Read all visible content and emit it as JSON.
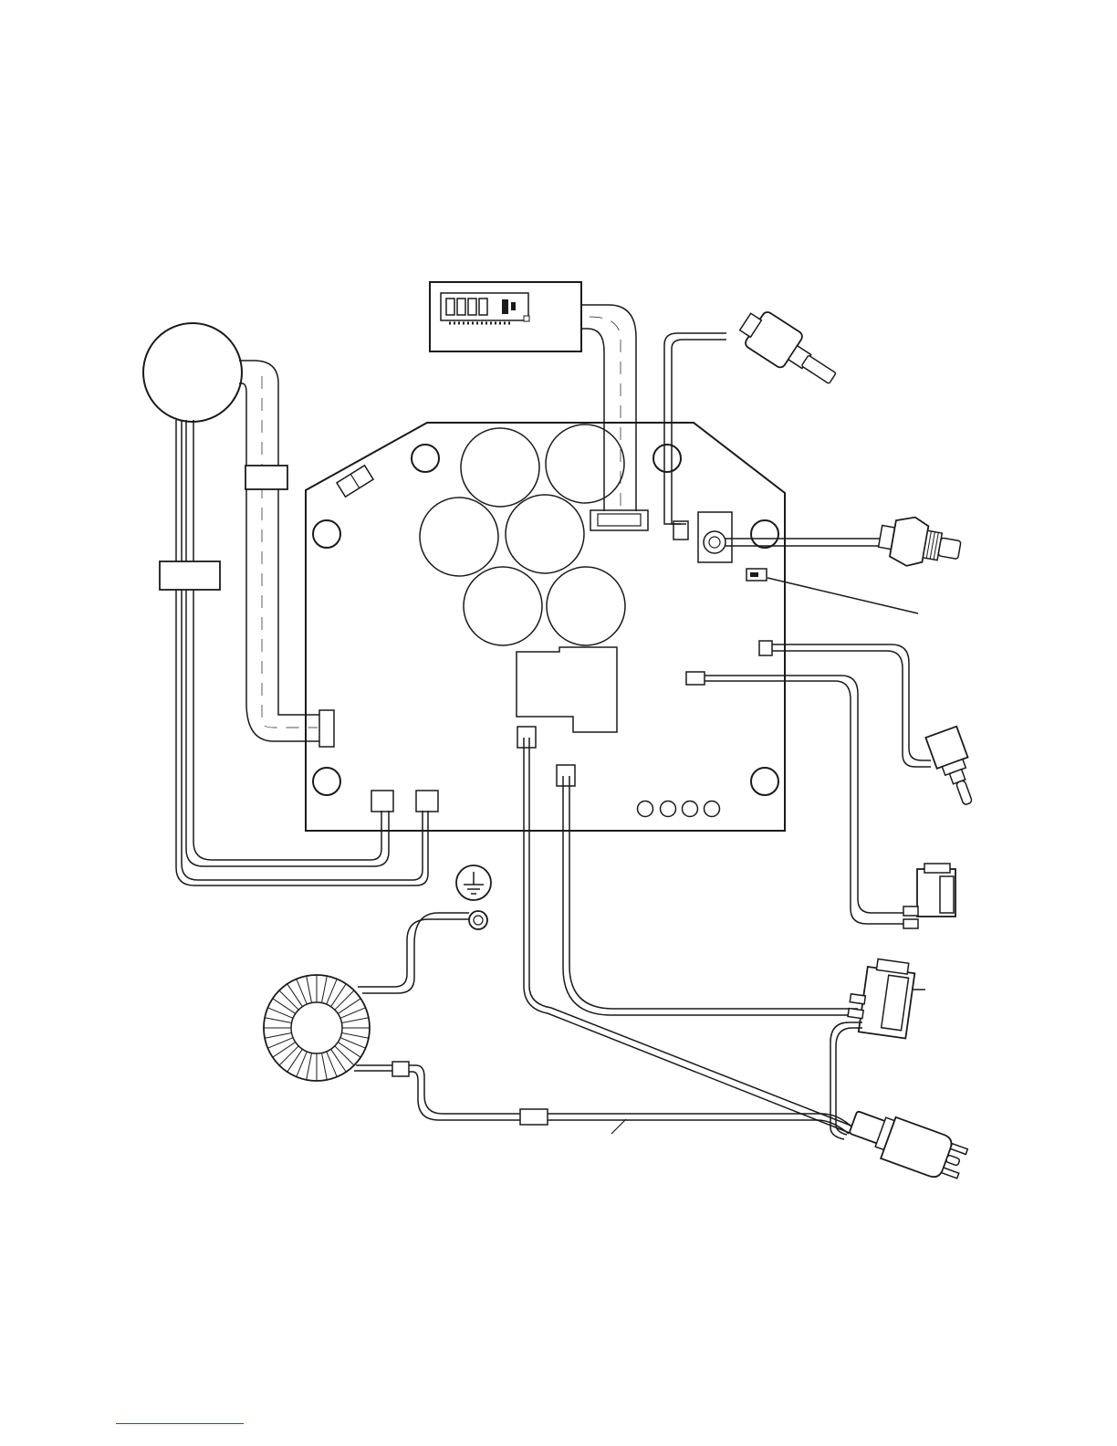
{
  "diagram": {
    "components": [
      {
        "id": "motor",
        "icon": "motor-icon"
      },
      {
        "id": "digital-display",
        "icon": "lcd-display-icon"
      },
      {
        "id": "control-board",
        "icon": "pcb-icon"
      },
      {
        "id": "potentiometer",
        "icon": "potentiometer-icon"
      },
      {
        "id": "temperature-probe",
        "icon": "probe-icon"
      },
      {
        "id": "toggle-switch",
        "icon": "toggle-switch-icon"
      },
      {
        "id": "rocker-switch-small",
        "icon": "rocker-switch-icon"
      },
      {
        "id": "rocker-switch-power",
        "icon": "rocker-switch-icon"
      },
      {
        "id": "toroidal-transformer",
        "icon": "toroid-icon"
      },
      {
        "id": "ground-terminal",
        "icon": "ground-icon"
      },
      {
        "id": "power-plug",
        "icon": "power-plug-icon"
      }
    ],
    "colors": {
      "line": "#1a1a1a",
      "background": "#ffffff",
      "footer_rule": "#3344aa"
    }
  }
}
